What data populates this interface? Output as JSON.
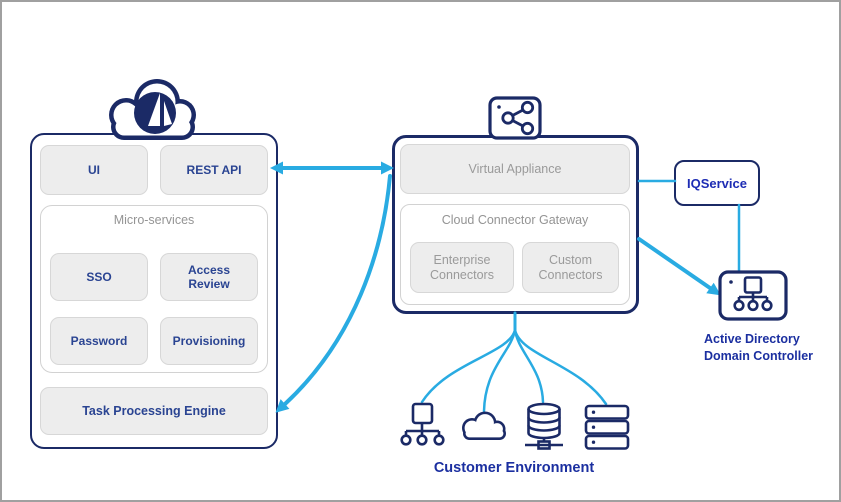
{
  "colors": {
    "navy": "#1b2a66",
    "cyan": "#29abe2",
    "panel_fill": "#ededed",
    "panel_border": "#d7d7d7",
    "gray_text": "#949494",
    "navy_text": "#2a4492",
    "blue_label": "#1b2fa0",
    "frame_border": "#a0a0a0"
  },
  "identity_cloud": {
    "ui": "UI",
    "rest_api": "REST API",
    "microservices": {
      "title": "Micro-services",
      "items": [
        "SSO",
        "Access Review",
        "Password",
        "Provisioning"
      ]
    },
    "task_engine": "Task Processing Engine"
  },
  "appliance": {
    "virtual_appliance": "Virtual Appliance",
    "gateway": {
      "title": "Cloud Connector Gateway",
      "connectors": [
        "Enterprise Connectors",
        "Custom Connectors"
      ]
    }
  },
  "iqservice": {
    "label": "IQService"
  },
  "active_directory": {
    "line1": "Active Directory",
    "line2": "Domain Controller"
  },
  "customer_environment": {
    "label": "Customer Environment"
  },
  "icons": {
    "cloud_logo": "sailpoint-cloud-logo",
    "appliance": "share-network-icon",
    "active_directory": "domain-controller-icon",
    "customer": [
      "sitemap-icon",
      "cloud-icon",
      "database-icon",
      "server-stack-icon"
    ]
  }
}
